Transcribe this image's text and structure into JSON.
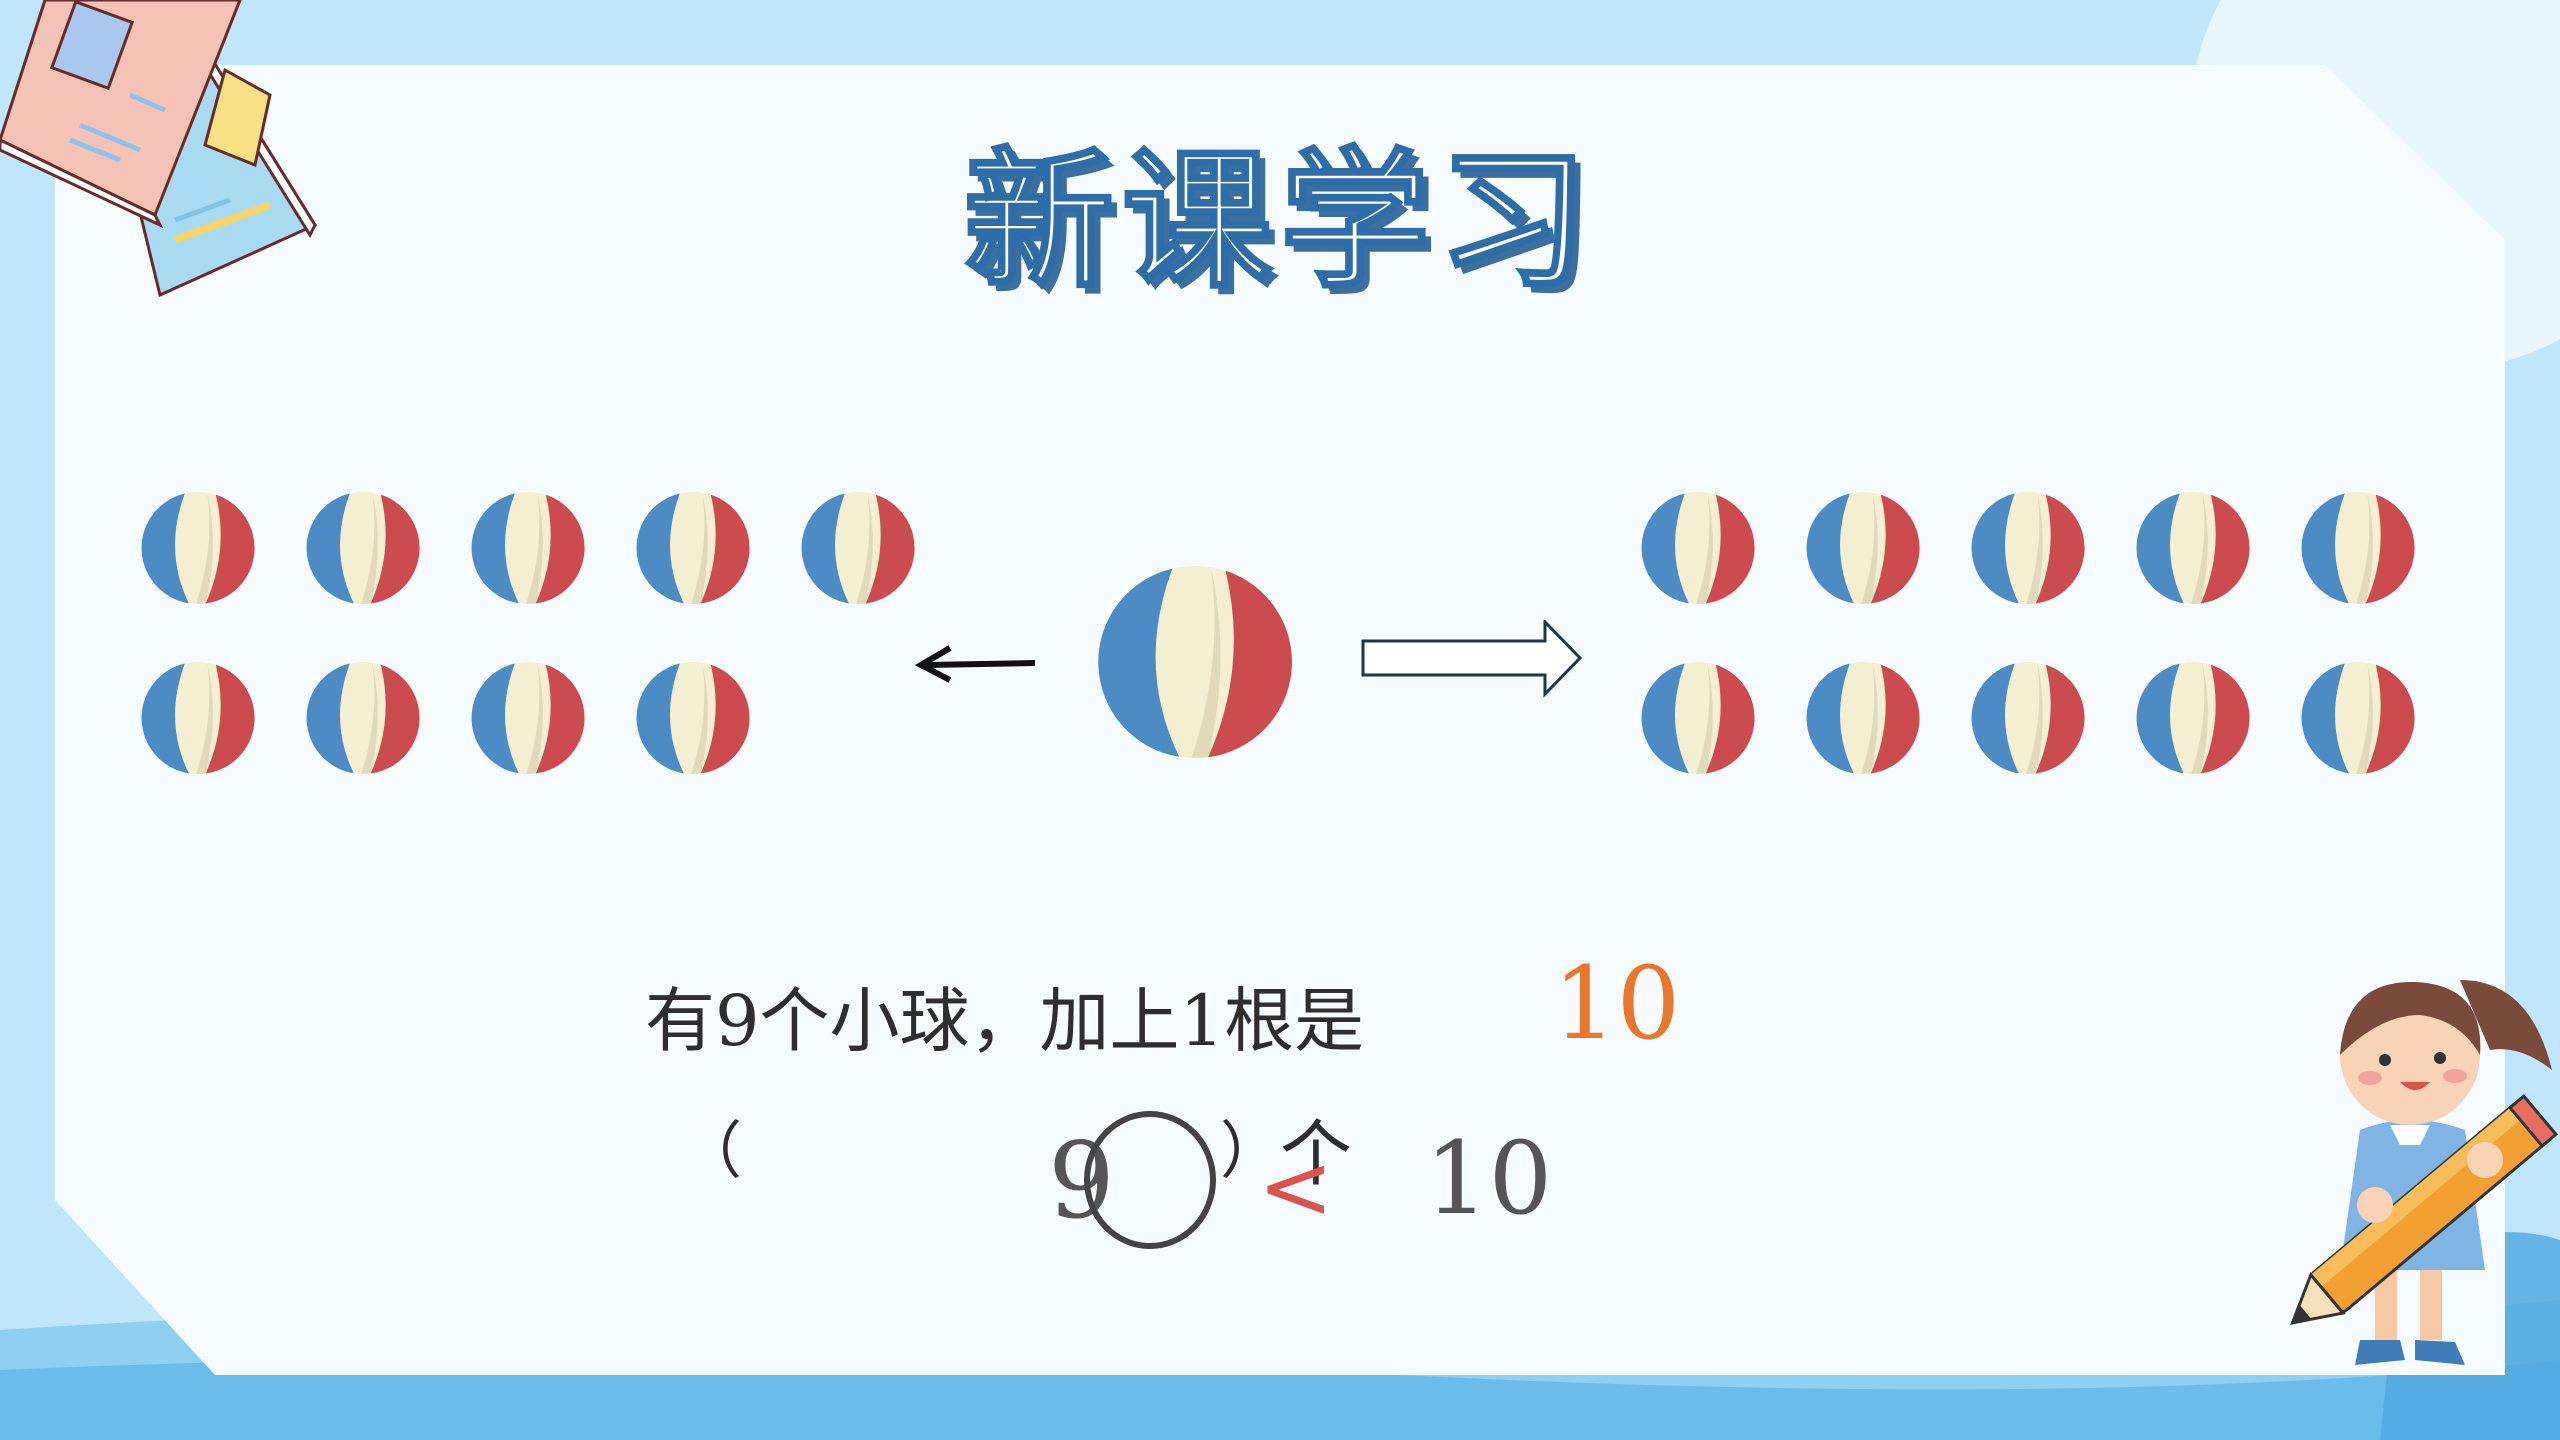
{
  "title": "新课学习",
  "question": {
    "sentence": "有9个小球，加上1根是",
    "answer": "10",
    "open_paren": "（",
    "close_paren": "）",
    "unit": "个",
    "left_num": "9",
    "right_num": "10",
    "comparison_symbol": "<"
  },
  "colors": {
    "background": "#bfe6fb",
    "card": "#f6fbff",
    "title_stroke": "#2f6da8",
    "answer": "#e8772a",
    "ball_blue": "#4d8bc5",
    "ball_red": "#cc4b4f",
    "ball_cream": "#f3efd0",
    "ball_shade": "#e0d9ba",
    "comparison_symbol": "#d9534f"
  },
  "balls": {
    "left_group_count": 9,
    "center_count": 1,
    "right_group_count": 10
  },
  "icons": [
    "books-icon",
    "girl-with-pencil-icon",
    "arrow-left-icon",
    "hollow-arrow-right-icon",
    "circle-icon"
  ]
}
